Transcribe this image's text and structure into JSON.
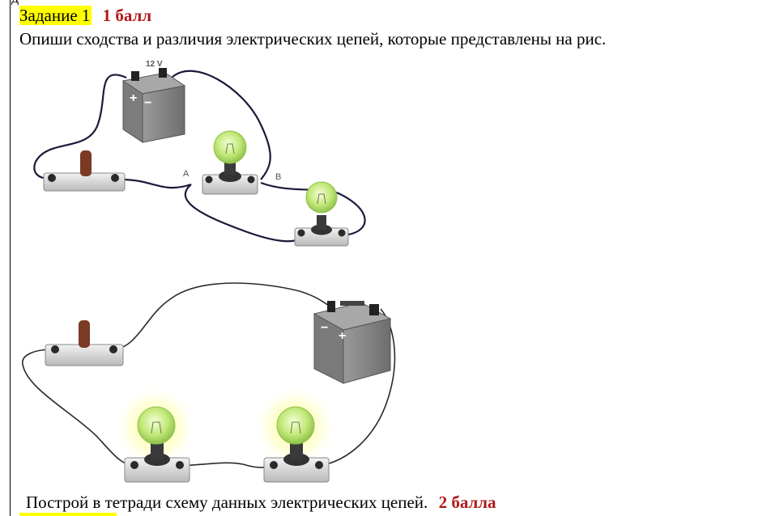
{
  "top_cut_text": "д",
  "task": {
    "label": "Задание 1",
    "points": "1 балл",
    "question": "Опиши сходства и различия электрических цепей, которые представлены на рис."
  },
  "figure1": {
    "battery_label": "12 V",
    "battery_plus": "+",
    "battery_minus": "−",
    "point_a": "A",
    "point_b": "B"
  },
  "figure2": {
    "battery_minus": "−",
    "battery_plus": "+"
  },
  "footer": {
    "text": "Построй в тетради схему данных электрических цепей.",
    "points": "2 балла"
  },
  "colors": {
    "highlight": "#ffff00",
    "points": "#b01818",
    "wire": "#1a1a3a",
    "battery": "#8a8a8a",
    "bulb": "#b8e070"
  }
}
